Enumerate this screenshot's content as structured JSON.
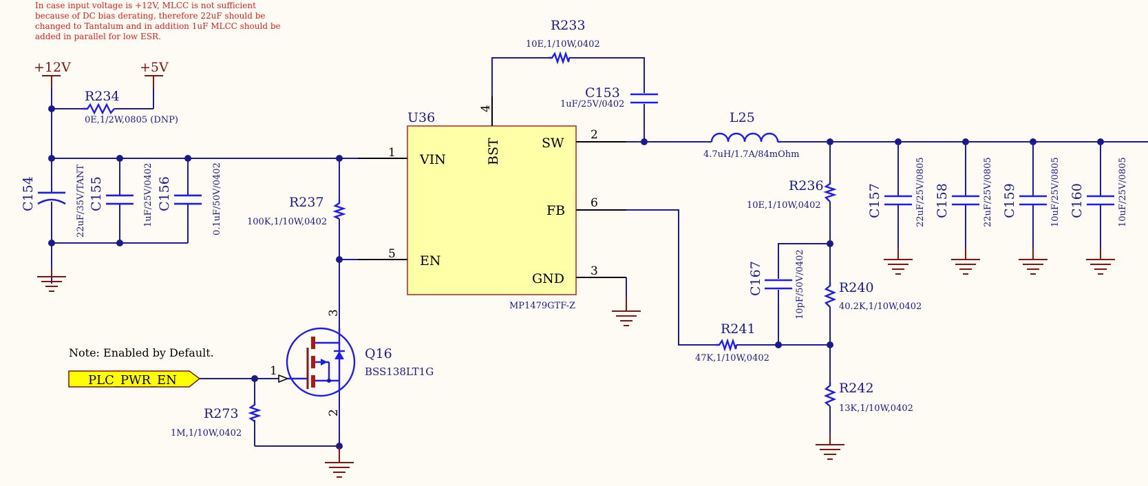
{
  "notes": {
    "warning_lines": [
      "In case input voltage is +12V, MLCC is not sufficient",
      "because of DC bias derating, therefore 22uF should be",
      "changed to Tantalum and in addition 1uF MLCC should be",
      "added in parallel for low ESR."
    ],
    "enable_note": "Note: Enabled by Default."
  },
  "power": {
    "v12": "+12V",
    "v5": "+5V"
  },
  "port": {
    "label": "PLC_PWR_EN"
  },
  "ic": {
    "ref": "U36",
    "part": "MP1479GTF-Z",
    "pins": {
      "vin": {
        "name": "VIN",
        "num": "1"
      },
      "en": {
        "name": "EN",
        "num": "5"
      },
      "bst": {
        "name": "BST",
        "num": "4"
      },
      "sw": {
        "name": "SW",
        "num": "2"
      },
      "fb": {
        "name": "FB",
        "num": "6"
      },
      "gnd": {
        "name": "GND",
        "num": "3"
      }
    }
  },
  "mosfet": {
    "ref": "Q16",
    "part": "BSS138LT1G",
    "pin_drain": "3",
    "pin_gate": "1",
    "pin_source": "2"
  },
  "components": {
    "R234": {
      "ref": "R234",
      "value": "0E,1/2W,0805 (DNP)"
    },
    "R233": {
      "ref": "R233",
      "value": "10E,1/10W,0402"
    },
    "C153": {
      "ref": "C153",
      "value": "1uF/25V/0402"
    },
    "L25": {
      "ref": "L25",
      "value": "4.7uH/1.7A/84mOhm"
    },
    "C154": {
      "ref": "C154",
      "value": "22uF/35V/TANT"
    },
    "C155": {
      "ref": "C155",
      "value": "1uF/25V/0402"
    },
    "C156": {
      "ref": "C156",
      "value": "0.1uF/50V/0402"
    },
    "R237": {
      "ref": "R237",
      "value": "100K,1/10W,0402"
    },
    "R273": {
      "ref": "R273",
      "value": "1M,1/10W,0402"
    },
    "R236": {
      "ref": "R236",
      "value": "10E,1/10W,0402"
    },
    "R240": {
      "ref": "R240",
      "value": "40.2K,1/10W,0402"
    },
    "R241": {
      "ref": "R241",
      "value": "47K,1/10W,0402"
    },
    "R242": {
      "ref": "R242",
      "value": "13K,1/10W,0402"
    },
    "C167": {
      "ref": "C167",
      "value": "10pF/50V/0402"
    },
    "C157": {
      "ref": "C157",
      "value": "22uF/25V/0805"
    },
    "C158": {
      "ref": "C158",
      "value": "22uF/25V/0805"
    },
    "C159": {
      "ref": "C159",
      "value": "10uF/25V/0805"
    },
    "C160": {
      "ref": "C160",
      "value": "10uF/25V/0805"
    }
  },
  "colors": {
    "wire": "#1a1aa6",
    "component": "#1a1aff",
    "ground": "#8b1010",
    "ic_fill": "#ffffa8",
    "ic_border": "#b22222",
    "note": "#e0201e",
    "port_fill": "#ffff00",
    "background": "#fdfbf4"
  }
}
